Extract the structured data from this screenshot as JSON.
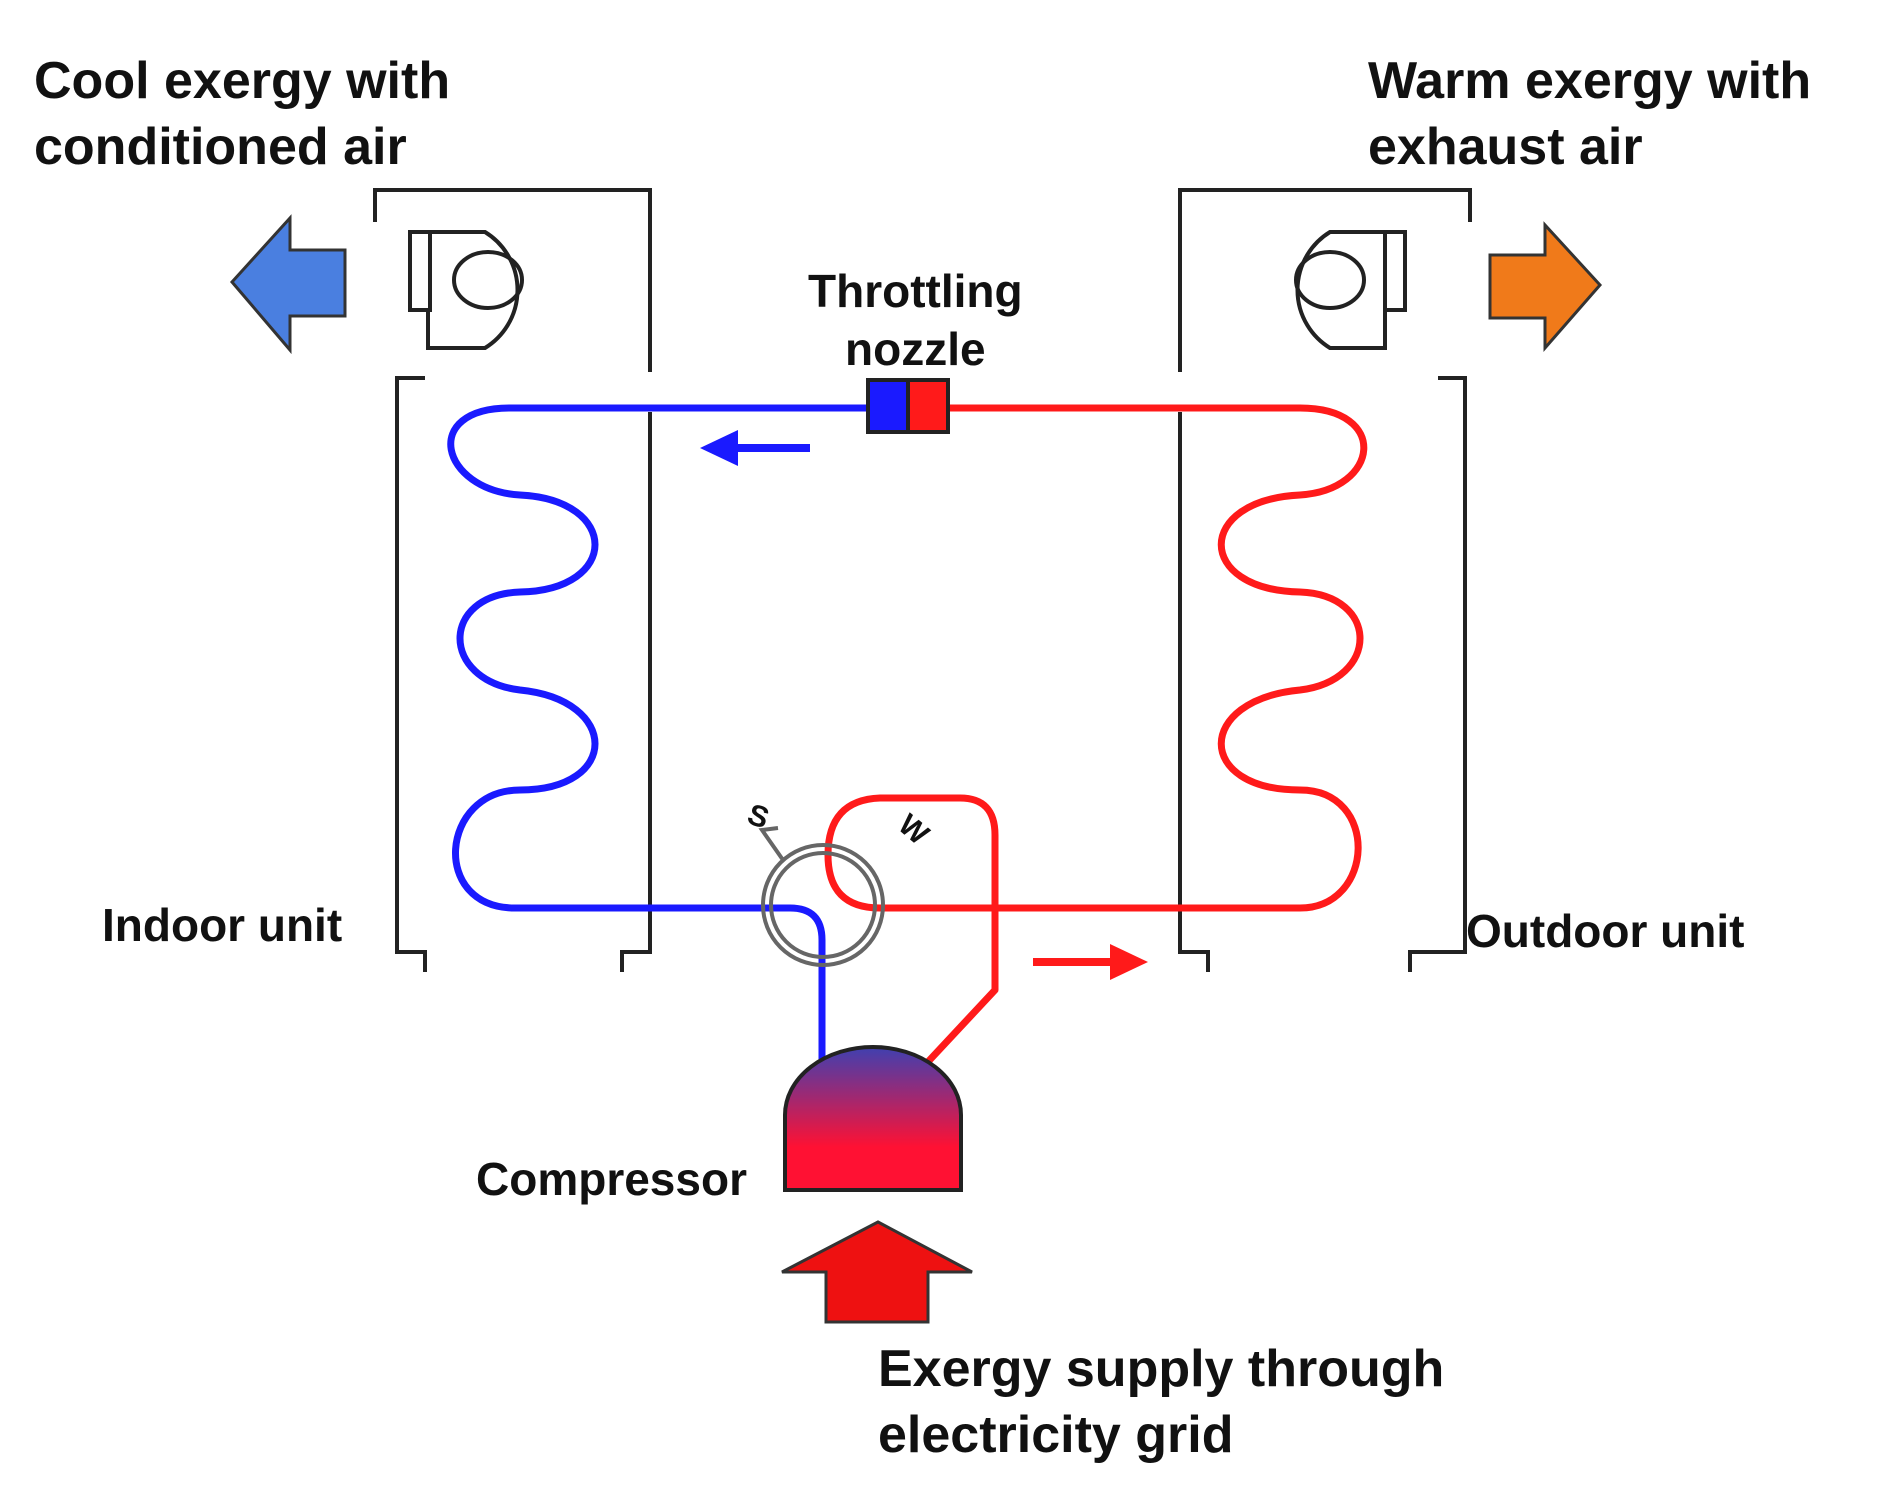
{
  "labels": {
    "cool_exergy": [
      "Cool exergy with",
      "conditioned air"
    ],
    "warm_exergy": [
      "Warm exergy with",
      "exhaust air"
    ],
    "throttling": [
      "Throttling",
      "nozzle"
    ],
    "indoor_unit": "Indoor unit",
    "outdoor_unit": "Outdoor unit",
    "compressor": "Compressor",
    "exergy_supply": [
      "Exergy supply through",
      "electricity grid"
    ],
    "sensor_s": "S",
    "sensor_w": "W"
  },
  "colors": {
    "cold_line": "#1a1aff",
    "hot_line": "#ff1a1a",
    "cool_arrow": "#4a7fe0",
    "warm_arrow": "#f07a1a",
    "supply_arrow": "#ee1111",
    "outline": "#222222",
    "compressor_top": "#4040b0",
    "compressor_bottom": "#ff1133"
  }
}
